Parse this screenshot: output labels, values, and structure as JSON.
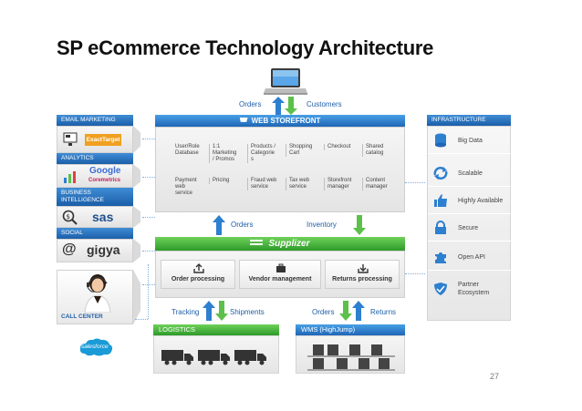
{
  "title": "SP eCommerce Technology Architecture",
  "flows": {
    "orders_top": "Orders",
    "customers_top": "Customers",
    "orders_mid": "Orders",
    "inventory_mid": "Inventory",
    "tracking": "Tracking",
    "shipments": "Shipments",
    "orders_bottom": "Orders",
    "returns": "Returns"
  },
  "left": {
    "email_marketing": "EMAIL MARKETING",
    "exacttarget": "ExactTarget",
    "analytics": "ANALYTICS",
    "google": "Google",
    "coremetrics": "Coremetrics",
    "business_intelligence_1": "BUSINESS",
    "business_intelligence_2": "INTELLIGENCE",
    "sas": "sas",
    "social": "SOCIAL",
    "at": "@",
    "gigya": "gigya",
    "call_center": "CALL CENTER",
    "salesforce": "salesforce"
  },
  "storefront": {
    "header": "WEB STOREFRONT",
    "row1": [
      {
        "l1": "User/Role",
        "l2": "Database",
        "l3": ""
      },
      {
        "l1": "1:1",
        "l2": "Marketing",
        "l3": "/ Promos"
      },
      {
        "l1": "Products /",
        "l2": "Categorie",
        "l3": "s"
      },
      {
        "l1": "Shopping",
        "l2": "Cart",
        "l3": ""
      },
      {
        "l1": "Checkout",
        "l2": "",
        "l3": ""
      },
      {
        "l1": "Shared",
        "l2": "catalog",
        "l3": ""
      }
    ],
    "row2": [
      {
        "l1": "Payment",
        "l2": "web",
        "l3": "service"
      },
      {
        "l1": "Pricing",
        "l2": "",
        "l3": ""
      },
      {
        "l1": "Fraud web",
        "l2": "service",
        "l3": ""
      },
      {
        "l1": "Tax web",
        "l2": "service",
        "l3": ""
      },
      {
        "l1": "Storefront",
        "l2": "manager",
        "l3": ""
      },
      {
        "l1": "Content",
        "l2": "manager",
        "l3": ""
      }
    ]
  },
  "supplizer": {
    "header": "Supplizer",
    "buttons": [
      "Order processing",
      "Vendor management",
      "Returns processing"
    ]
  },
  "logistics": {
    "header": "LOGISTICS"
  },
  "wms": {
    "header": "WMS (HighJump)"
  },
  "infrastructure": {
    "header": "INFRASTRUCTURE",
    "items": [
      {
        "l1": "Big Data",
        "l2": ""
      },
      {
        "l1": "Scalable",
        "l2": ""
      },
      {
        "l1": "Highly Available",
        "l2": ""
      },
      {
        "l1": "Secure",
        "l2": ""
      },
      {
        "l1": "Open API",
        "l2": ""
      },
      {
        "l1": "Partner",
        "l2": "Ecosystem"
      }
    ]
  },
  "page_number": "27",
  "colors": {
    "blue_header": "#1f66b6",
    "green_header": "#2e9a2a",
    "arrow_green": "#5cc04a",
    "arrow_blue": "#2d7fd0",
    "flow_text": "#1f5fa8"
  }
}
